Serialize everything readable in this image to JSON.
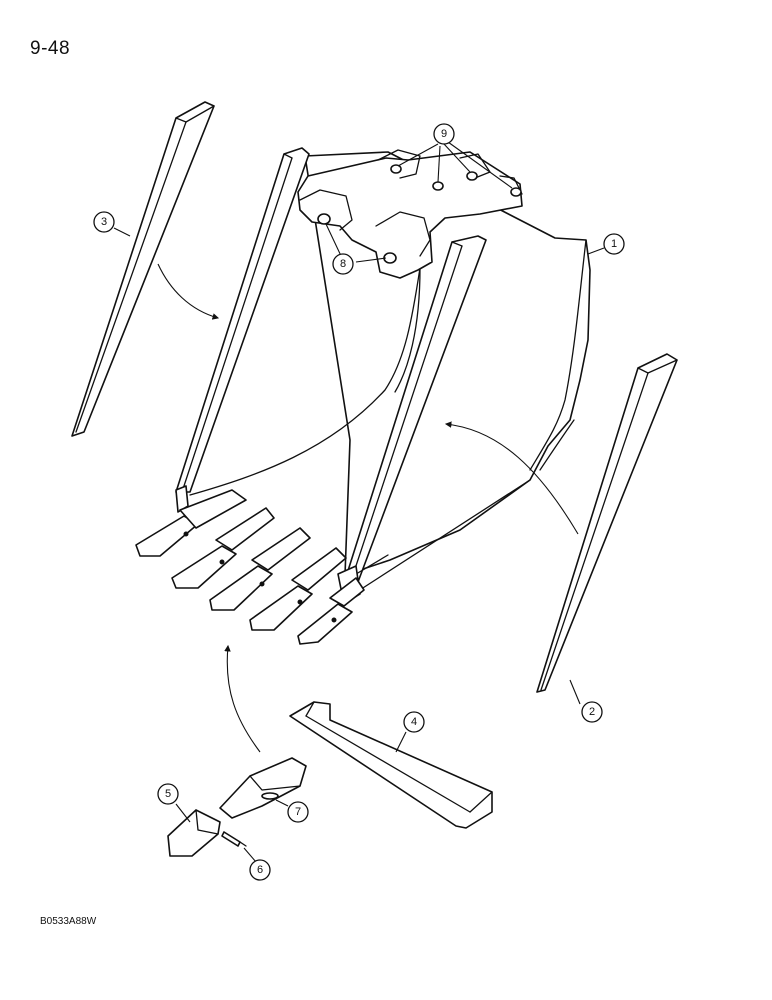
{
  "page_number": "9-48",
  "figure_code": "B0533A88W",
  "callouts": {
    "c1": "1",
    "c2": "2",
    "c3": "3",
    "c4": "4",
    "c5": "5",
    "c6": "6",
    "c7": "7",
    "c8": "8",
    "c9": "9"
  }
}
